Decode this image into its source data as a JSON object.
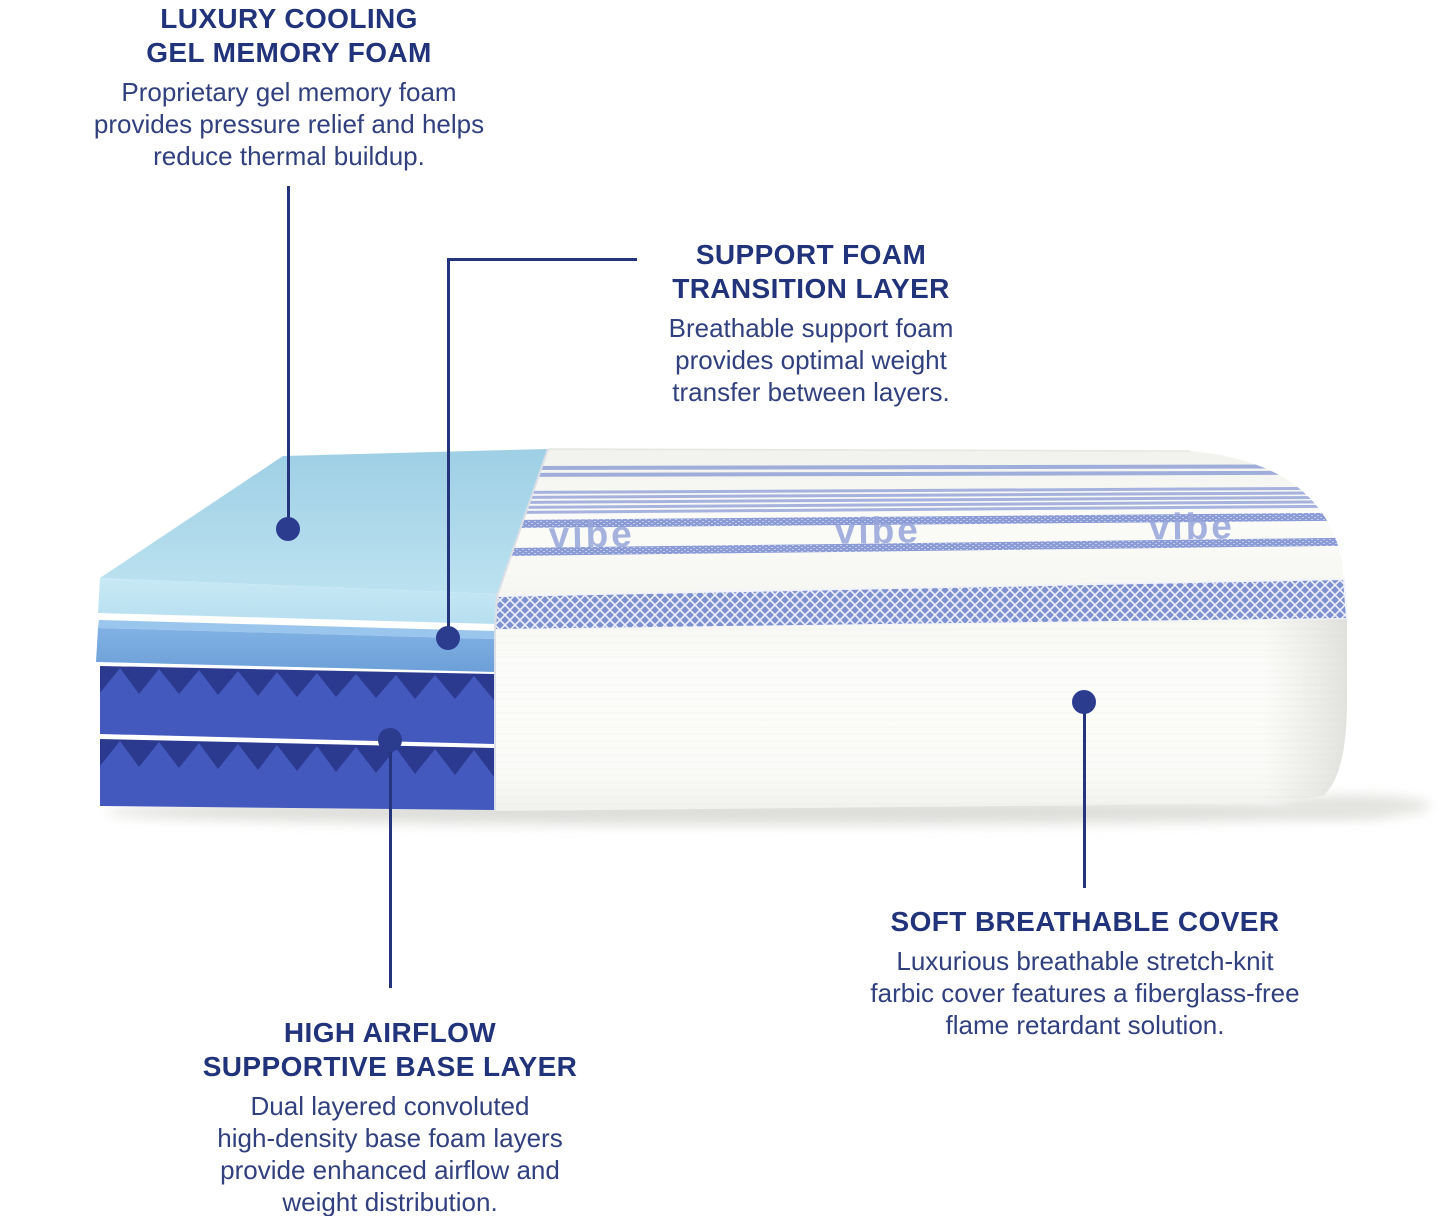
{
  "brand": {
    "logo_text": "vibe",
    "logo_color": "#96a5da"
  },
  "colors": {
    "background": "#ffffff",
    "callout_navy": "#24357e",
    "title_navy": "#21337b",
    "body_navy": "#31407f",
    "dot_navy": "#2b3c8f",
    "stripe": "#8a9bd6",
    "crosshatch": "#7e91d0",
    "gel_top": "#a8d5e9",
    "gel_front": "#c0e5f3",
    "support_top": "#9ac6ee",
    "support_front": "#77a9de",
    "base_body": "#4459be",
    "base_shadow": "#2b3a8e",
    "cover_white": "#fbfbf9"
  },
  "callouts": [
    {
      "id": "gel-memory-foam",
      "title_lines": [
        "LUXURY COOLING",
        "GEL MEMORY FOAM"
      ],
      "body_lines": [
        "Proprietary gel memory foam",
        "provides pressure relief and helps",
        "reduce thermal buildup."
      ],
      "target": "gel-memory-foam-layer"
    },
    {
      "id": "support-foam",
      "title_lines": [
        "SUPPORT FOAM",
        "TRANSITION LAYER"
      ],
      "body_lines": [
        "Breathable support foam",
        "provides optimal weight",
        "transfer between layers."
      ],
      "target": "support-foam-layer"
    },
    {
      "id": "base-layer",
      "title_lines": [
        "HIGH AIRFLOW",
        "SUPPORTIVE BASE LAYER"
      ],
      "body_lines": [
        "Dual layered convoluted",
        "high-density base foam layers",
        "provide enhanced airflow and",
        "weight distribution."
      ],
      "target": "base-foam-layers"
    },
    {
      "id": "cover",
      "title_lines": [
        "SOFT BREATHABLE COVER"
      ],
      "body_lines": [
        "Luxurious breathable stretch-knit",
        "farbic cover features a fiberglass-free",
        "flame retardant solution."
      ],
      "target": "mattress-cover"
    }
  ],
  "mattress": {
    "layers": [
      {
        "name": "Luxury cooling gel memory foam",
        "color": "#a8d5e9"
      },
      {
        "name": "Support foam transition layer",
        "color": "#77a9de"
      },
      {
        "name": "Convoluted base foam layer 1",
        "color": "#4459be"
      },
      {
        "name": "Convoluted base foam layer 2",
        "color": "#4459be"
      },
      {
        "name": "Soft breathable cover",
        "color": "#fbfbf9"
      }
    ]
  }
}
